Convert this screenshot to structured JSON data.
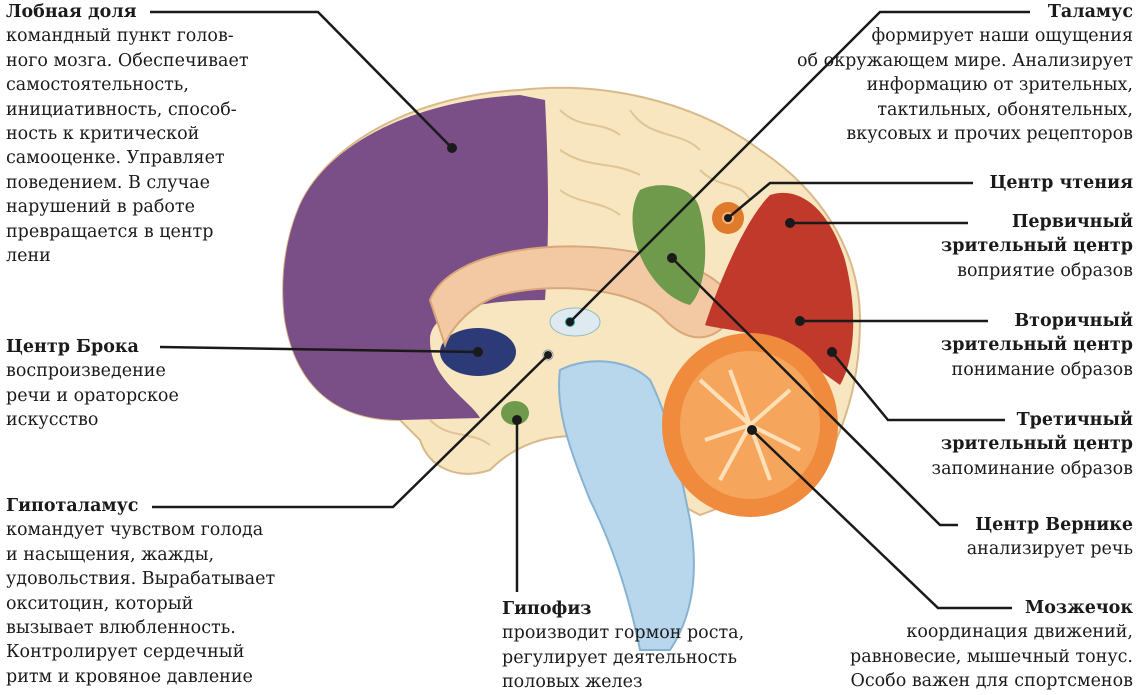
{
  "labels": {
    "frontal": {
      "title": "Лобная доля",
      "description": "командный пункт голов-\nного мозга. Обеспечивает\nсамостоятельность,\nинициативность, способ-\nность к критической\nсамооценке. Управляет\nповедением. В случае\nнарушений в работе\nпревращается в центр\nлени"
    },
    "broca": {
      "title": "Центр Брока",
      "description": "воспроизведение\nречи и ораторское\nискусство"
    },
    "hypothalamus": {
      "title": "Гипоталамус",
      "description": "командует чувством голода\nи насыщения, жажды,\nудовольствия. Вырабатывает\nокситоцин, который\nвызывает влюбленность.\nКонтролирует сердечный\nритм и кровяное давление"
    },
    "pituitary": {
      "title": "Гипофиз",
      "description": "производит гормон роста,\nрегулирует деятельность\nполовых желез"
    },
    "thalamus": {
      "title": "Таламус",
      "description": "формирует наши ощущения\nоб окружающем мире. Анализирует\nинформацию от зрительных,\nтактильных, обонятельных,\nвкусовых и прочих рецепторов"
    },
    "reading": {
      "title": "Центр чтения",
      "description": ""
    },
    "primary_visual": {
      "title": "Первичный\nзрительный центр",
      "description": "воприятие образов"
    },
    "secondary_visual": {
      "title": "Вторичный\nзрительный центр",
      "description": "понимание образов"
    },
    "tertiary_visual": {
      "title": "Третичный\nзрительный центр",
      "description": "запоминание образов"
    },
    "wernicke": {
      "title": "Центр Вернике",
      "description": "анализирует речь"
    },
    "cerebellum": {
      "title": "Мозжечок",
      "description": "координация движений,\nравновесие, мышечный тонус.\nОсобо важен для спортсменов"
    }
  },
  "colors": {
    "frontal_lobe": "#7a4e86",
    "broca_area": "#2c3a78",
    "visual_cortex": "#c0392b",
    "reading_center": "#e07b2c",
    "wernicke_area": "#6f9a4c",
    "cerebellum": "#f08a3c",
    "brainstem": "#b8d7ec",
    "brain_tissue": "#f7e6bf",
    "corpus_callosum": "#f2c9a2",
    "leader_line": "#1a1a1a"
  }
}
